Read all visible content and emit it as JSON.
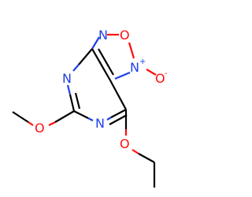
{
  "molecule": {
    "atoms": {
      "n_oxadiazole_top": "N",
      "o_oxadiazole_ring": "O",
      "n_oxide": "N",
      "n_oxide_charge": "+",
      "o_oxide": "O",
      "o_oxide_charge": "-",
      "n_pyrimidine_left": "N",
      "n_pyrimidine_bottom": "N",
      "o_methoxy": "O",
      "o_ethoxy": "O"
    },
    "colors": {
      "nitrogen": "#1f3fe6",
      "oxygen": "#ff0d0d",
      "carbon_bond": "#000000",
      "background": "#ffffff"
    }
  }
}
